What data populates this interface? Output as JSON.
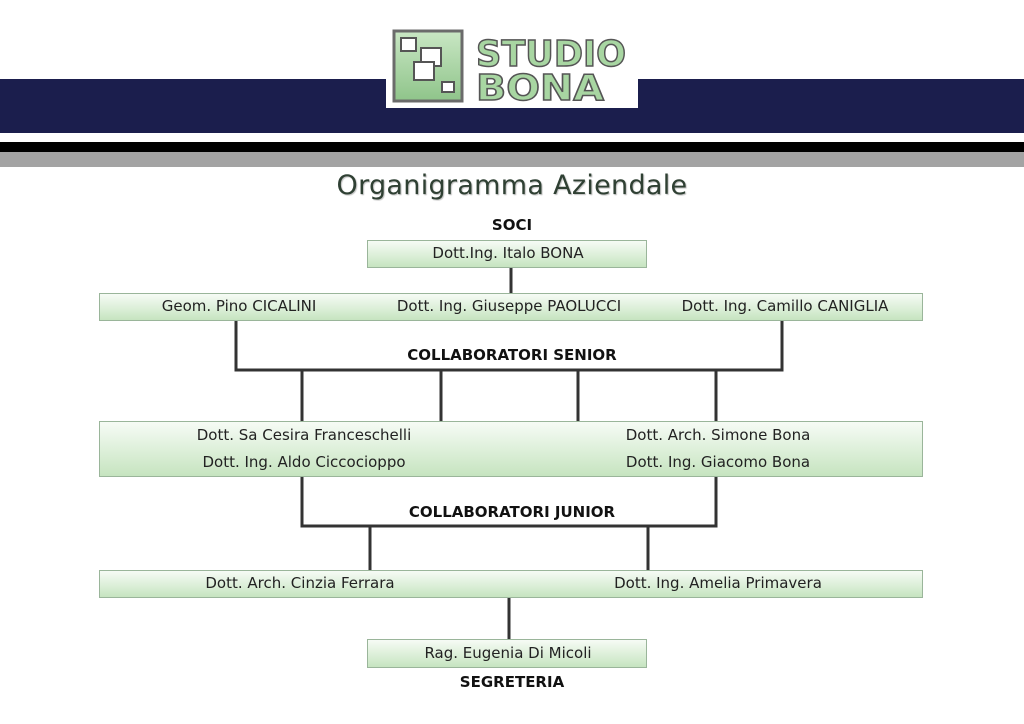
{
  "logo": {
    "line1": "STUDIO",
    "line2": "BONA"
  },
  "title": "Organigramma Aziendale",
  "sections": {
    "soci": "SOCI",
    "senior": "COLLABORATORI SENIOR",
    "junior": "COLLABORATORI JUNIOR",
    "segreteria": "SEGRETERIA"
  },
  "soci": {
    "lead": "Dott.Ing. Italo BONA",
    "partners": [
      "Geom. Pino CICALINI",
      "Dott. Ing. Giuseppe PAOLUCCI",
      "Dott. Ing. Camillo CANIGLIA"
    ]
  },
  "senior": [
    "Dott. Sa Cesira Franceschelli",
    "Dott. Ing. Aldo Ciccocioppo",
    "Dott. Arch. Simone Bona",
    "Dott. Ing. Giacomo Bona"
  ],
  "junior": [
    "Dott. Arch. Cinzia Ferrara",
    "Dott. Ing. Amelia Primavera"
  ],
  "segreteria": {
    "member": "Rag. Eugenia Di Micoli"
  },
  "colors": {
    "navy_band": "#1b1e4d",
    "box_green": "#c6e4c0",
    "logo_green": "#9fcf9b",
    "connector": "#333333"
  }
}
